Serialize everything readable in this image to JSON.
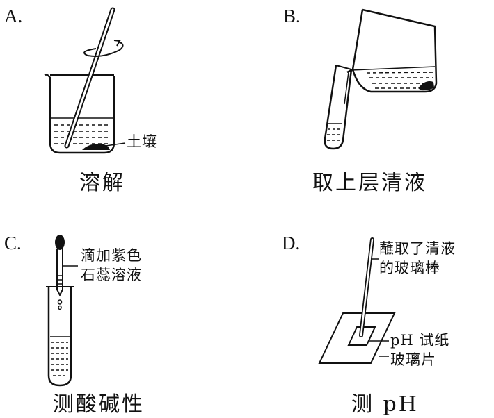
{
  "panels": [
    {
      "letter": "A.",
      "caption": "溶解",
      "labels": [
        "土壤"
      ]
    },
    {
      "letter": "B.",
      "caption": "取上层清液",
      "labels": []
    },
    {
      "letter": "C.",
      "caption": "测酸碱性",
      "labels": [
        "滴加紫色",
        "石蕊溶液"
      ]
    },
    {
      "letter": "D.",
      "caption": "测 pH",
      "labels": [
        "蘸取了清液",
        "的玻璃棒",
        "pH 试纸",
        "玻璃片"
      ]
    }
  ]
}
